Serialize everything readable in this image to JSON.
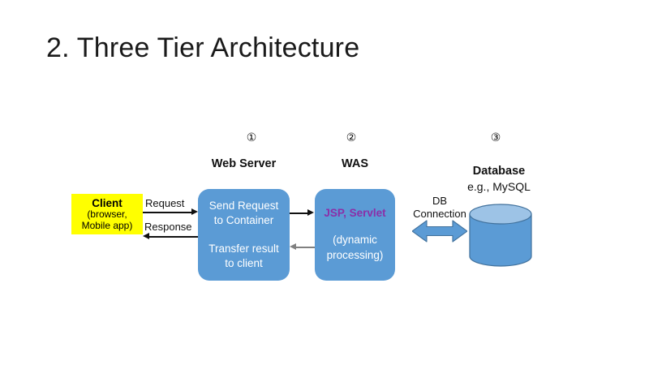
{
  "slide": {
    "title": "2. Three Tier Architecture",
    "background_color": "#FFFFFF"
  },
  "colors": {
    "box_fill": "#5B9BD5",
    "box_stroke": "#41719C",
    "client_fill": "#FFFF00",
    "jsp_text": "#8B2FA8",
    "arrow_dark": "#111111",
    "arrow_gray": "#808080",
    "cylinder_top": "#9DC3E6",
    "text_white": "#FFFFFF"
  },
  "client": {
    "title": "Client",
    "sub_line_1": "(browser,",
    "sub_line_2": "Mobile app)"
  },
  "tiers": [
    {
      "number": "①",
      "label": "Web Server",
      "body_line_1": "Send Request",
      "body_line_2": "to Container",
      "body_line_3": "Transfer result",
      "body_line_4": "to client"
    },
    {
      "number": "②",
      "label": "WAS",
      "body_line_1": "JSP, Servlet",
      "body_line_2": "(dynamic",
      "body_line_3": "processing)"
    },
    {
      "number": "③",
      "label": "Database",
      "sub_label": "e.g.,  MySQL"
    }
  ],
  "arrows": {
    "request_label": "Request",
    "response_label": "Response",
    "db_connection_line_1": "DB",
    "db_connection_line_2": "Connection"
  }
}
